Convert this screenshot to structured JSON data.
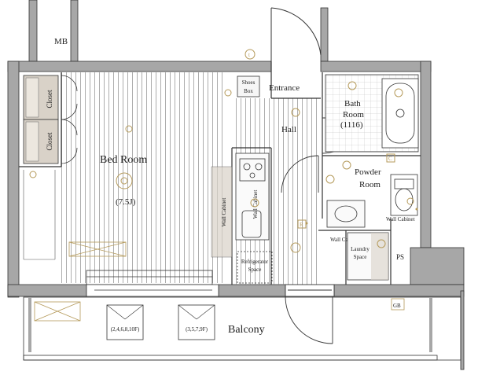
{
  "labels": {
    "mb": "MB",
    "closet_1": "Closet",
    "closet_2": "Closet",
    "bedroom": "Bed Room",
    "bedroom_size": "(7.5J)",
    "shoes_box_1": "Shoes",
    "shoes_box_2": "Box",
    "entrance": "Entrance",
    "hall": "Hall",
    "bath_1": "Bath",
    "bath_2": "Room",
    "bath_3": "(1116)",
    "powder_1": "Powder",
    "powder_2": "Room",
    "wall_cabinet_1": "Wall Cabinet",
    "wall_cabinet_2": "Wall Cabinet",
    "wall_cabinet_3": "Wall Cabinet",
    "wall_cabinet_4": "Wall Cabinet",
    "laundry_1": "Laundry",
    "laundry_2": "Space",
    "refrigerator_1": "Refrigerator",
    "refrigerator_2": "Space",
    "ps": "PS",
    "gb": "GB",
    "balcony": "Balcony",
    "floors_left": "(2,4,6,8,10F)",
    "floors_right": "(3,5,7,9F)",
    "sym_t": "t",
    "sym_c": "C",
    "sym_r": "R"
  },
  "colors": {
    "wall": "#a7a7a7",
    "line": "#333333",
    "symbol": "#b59a5a",
    "closet_fill": "#d9d2c8"
  }
}
